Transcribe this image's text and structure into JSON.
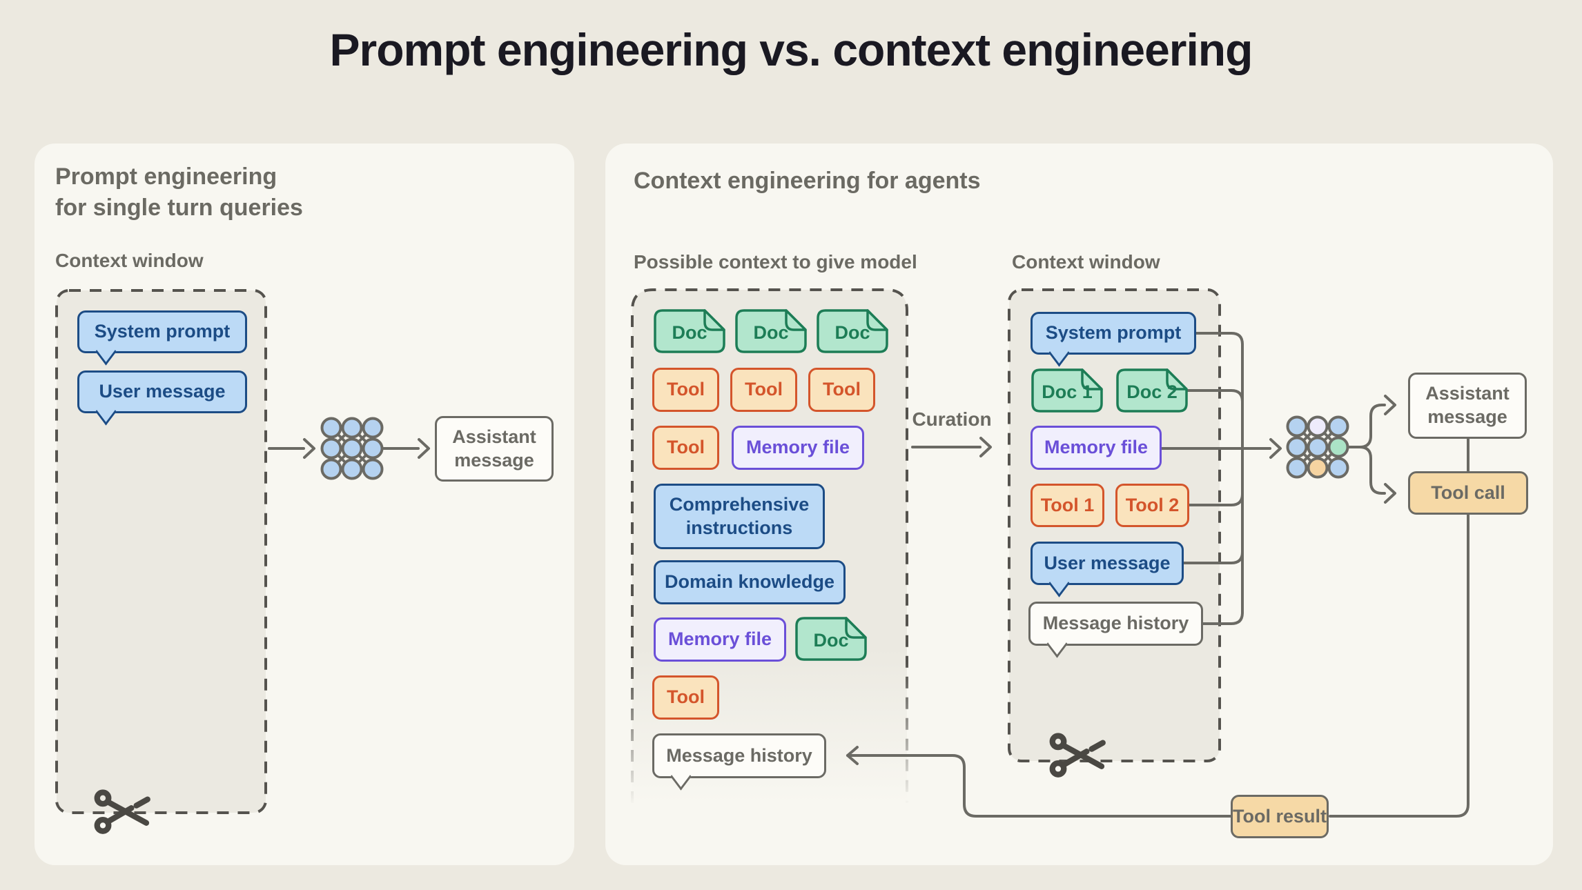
{
  "title": "Prompt engineering vs. context engineering",
  "left_panel": {
    "heading_line1": "Prompt engineering",
    "heading_line2": "for single turn queries",
    "context_window_label": "Context window",
    "system_prompt": "System prompt",
    "user_message": "User message",
    "assistant_message": "Assistant message"
  },
  "right_panel": {
    "heading": "Context engineering for agents",
    "pool_label": "Possible context to give model",
    "context_window_label": "Context window",
    "curation_label": "Curation",
    "pool": {
      "doc": "Doc",
      "tool": "Tool",
      "memory_file": "Memory file",
      "comprehensive_instructions": "Comprehensive instructions",
      "domain_knowledge": "Domain knowledge",
      "message_history": "Message history"
    },
    "context_window": {
      "system_prompt": "System prompt",
      "doc1": "Doc 1",
      "doc2": "Doc 2",
      "memory_file": "Memory file",
      "tool1": "Tool 1",
      "tool2": "Tool 2",
      "user_message": "User message",
      "message_history": "Message history"
    },
    "outputs": {
      "assistant_message": "Assistant message",
      "tool_call": "Tool call",
      "tool_result": "Tool result"
    }
  },
  "icons": {
    "model": "neural-network-icon",
    "trim": "scissors-icon",
    "document": "doc-file-icon"
  },
  "colors": {
    "background": "#ece9e0",
    "panel": "#f8f7f1",
    "dashed_box_fill": "#ebe9e1",
    "dashed_border": "#55534e",
    "neutral_line": "#6b6a64",
    "blue_fill": "#bcdaf6",
    "blue_border": "#1c4c85",
    "green_fill": "#b2e6cd",
    "green_border": "#1d7d56",
    "orange_fill": "#fae3bd",
    "orange_border": "#d4552b",
    "purple_fill": "#f1effd",
    "purple_border": "#6a4fd8",
    "tan_fill": "#f6d9a6",
    "node_blue": "#b5d2f0",
    "node_lavender": "#eeebfb",
    "node_green": "#abe3c6",
    "node_orange": "#f6d4a1"
  }
}
